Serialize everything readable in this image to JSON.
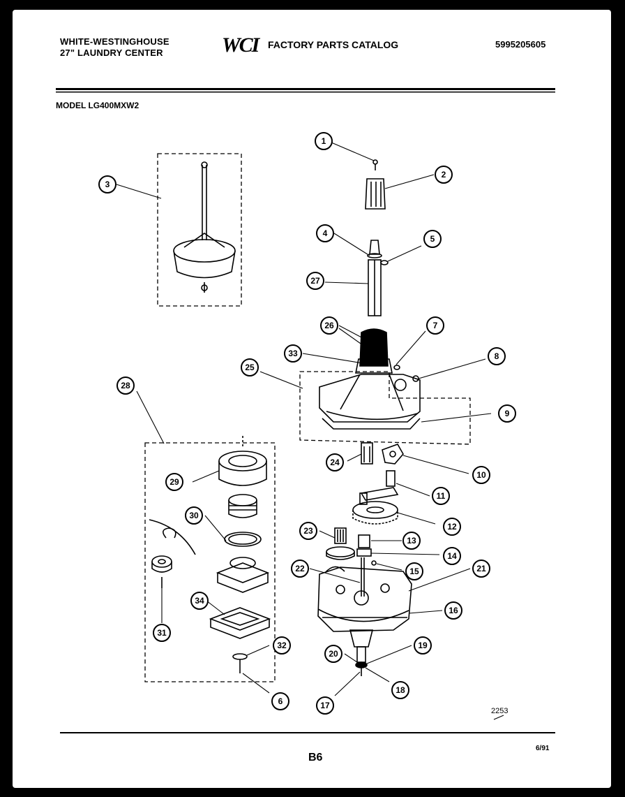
{
  "header": {
    "brand_line1": "WHITE-WESTINGHOUSE",
    "brand_line2": "27\" LAUNDRY CENTER",
    "logo_text": "WCI",
    "catalog_title": "FACTORY PARTS CATALOG",
    "catalog_number": "5995205605"
  },
  "model_label": "MODEL LG400MXW2",
  "diagram": {
    "drawing_number": "2253",
    "callouts": [
      "1",
      "2",
      "3",
      "4",
      "5",
      "27",
      "26",
      "7",
      "33",
      "8",
      "25",
      "9",
      "28",
      "24",
      "10",
      "29",
      "11",
      "30",
      "12",
      "23",
      "13",
      "14",
      "15",
      "22",
      "21",
      "16",
      "34",
      "31",
      "32",
      "20",
      "19",
      "18",
      "6",
      "17"
    ]
  },
  "footer": {
    "page_code": "B6",
    "date": "6/91"
  },
  "colors": {
    "ink": "#000000",
    "paper": "#ffffff",
    "frame": "#000000"
  }
}
